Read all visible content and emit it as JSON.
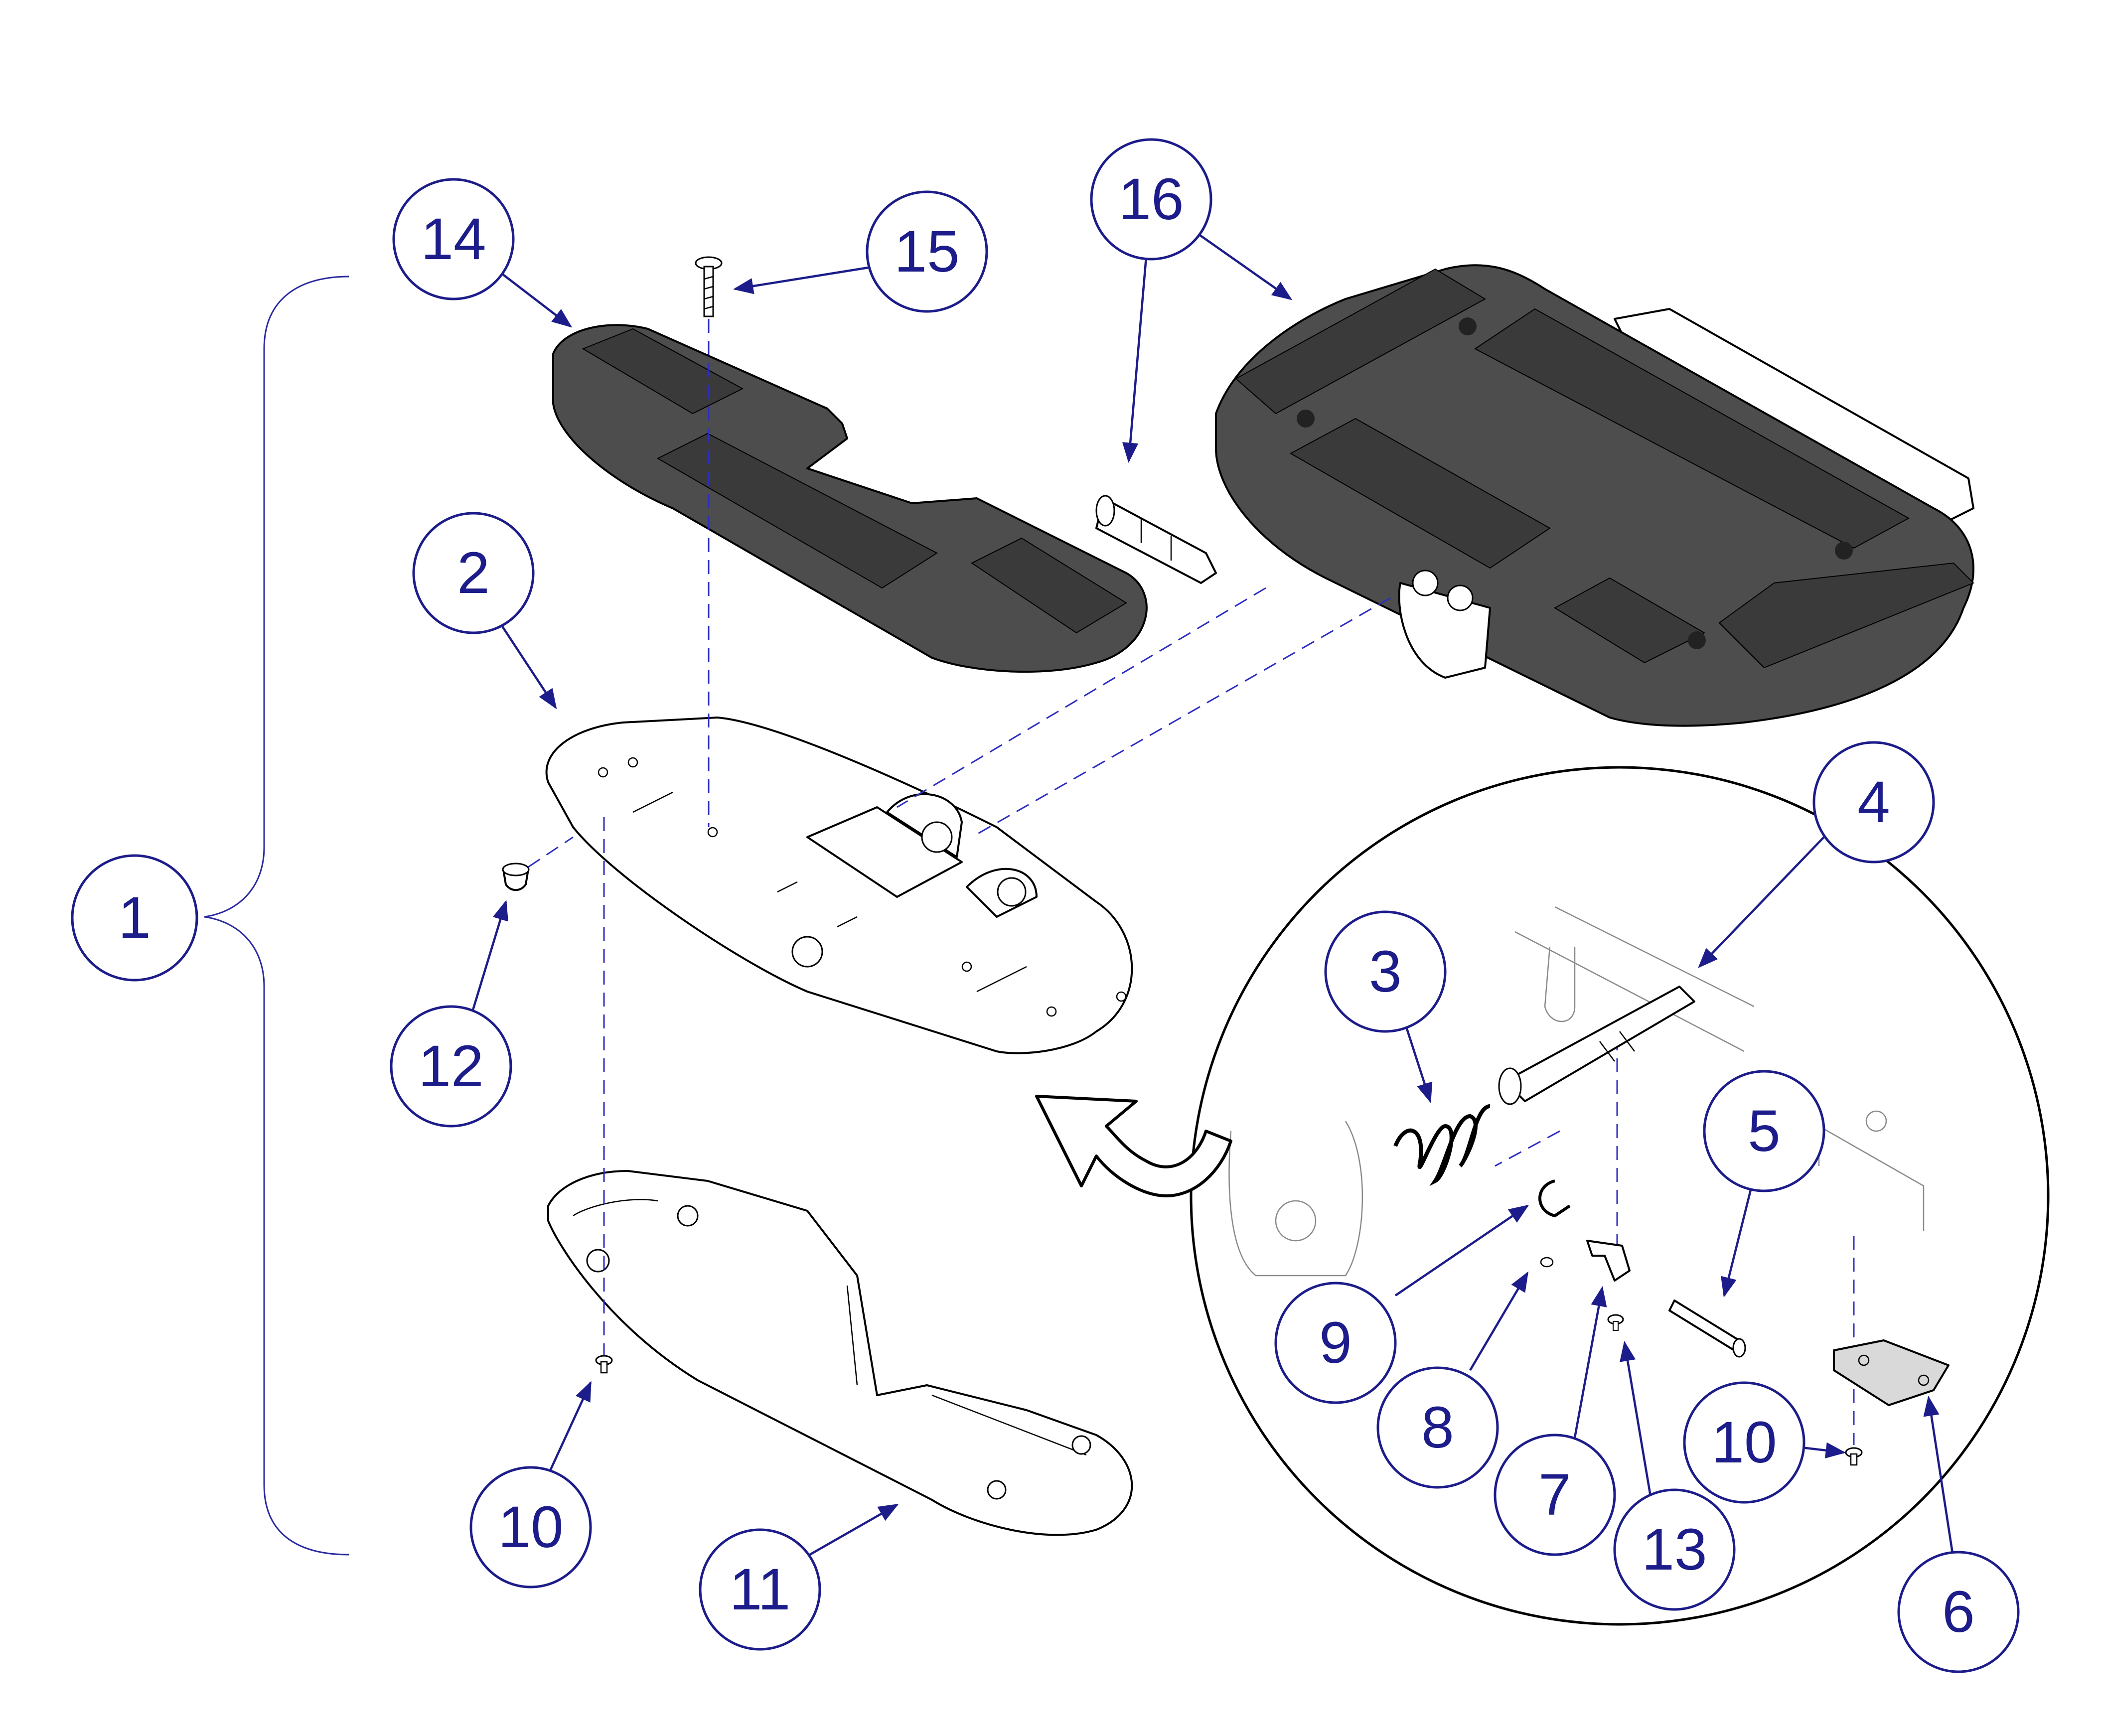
{
  "colors": {
    "callout": "#1c1c8a",
    "leader": "#1c1c8a",
    "dashed_line": "#2d2dc0",
    "part_dark": "#4d4d4d",
    "part_medium": "#707070",
    "pad": "#3a3a3a",
    "background": "#ffffff"
  },
  "callouts": [
    {
      "id": "1",
      "label": "1"
    },
    {
      "id": "2",
      "label": "2"
    },
    {
      "id": "3",
      "label": "3"
    },
    {
      "id": "4",
      "label": "4"
    },
    {
      "id": "5",
      "label": "5"
    },
    {
      "id": "6",
      "label": "6"
    },
    {
      "id": "7",
      "label": "7"
    },
    {
      "id": "8",
      "label": "8"
    },
    {
      "id": "9",
      "label": "9"
    },
    {
      "id": "10a",
      "label": "10"
    },
    {
      "id": "10b",
      "label": "10"
    },
    {
      "id": "11",
      "label": "11"
    },
    {
      "id": "12",
      "label": "12"
    },
    {
      "id": "13",
      "label": "13"
    },
    {
      "id": "14",
      "label": "14"
    },
    {
      "id": "15",
      "label": "15"
    },
    {
      "id": "16",
      "label": "16"
    }
  ],
  "icons": [
    "arrow-icon"
  ]
}
